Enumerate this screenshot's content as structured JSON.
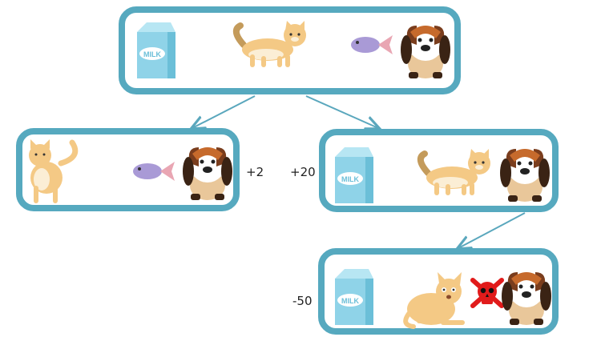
{
  "diagram": {
    "root_state": {
      "items": [
        "milk-icon",
        "cat-icon",
        "fish-icon",
        "dog-icon"
      ]
    },
    "left_child": {
      "items": [
        "cat-icon",
        "fish-icon",
        "dog-icon"
      ],
      "reward": "+2"
    },
    "right_child": {
      "items": [
        "milk-icon",
        "cat-icon",
        "dog-icon"
      ],
      "reward": "+20"
    },
    "bottom_child": {
      "items": [
        "milk-icon",
        "scared-cat-icon",
        "skull-crossbones-icon",
        "dog-icon"
      ],
      "reward": "-50"
    },
    "milk_label": "MILK"
  },
  "colors": {
    "box_border": "#56a9bf",
    "arrow": "#5aa7bd",
    "milk_carton": "#8fd3e8",
    "cat_fur": "#f4c985",
    "fish": "#a99ad6",
    "dog_brown": "#7a3d1d",
    "danger_red": "#e11b1b"
  }
}
